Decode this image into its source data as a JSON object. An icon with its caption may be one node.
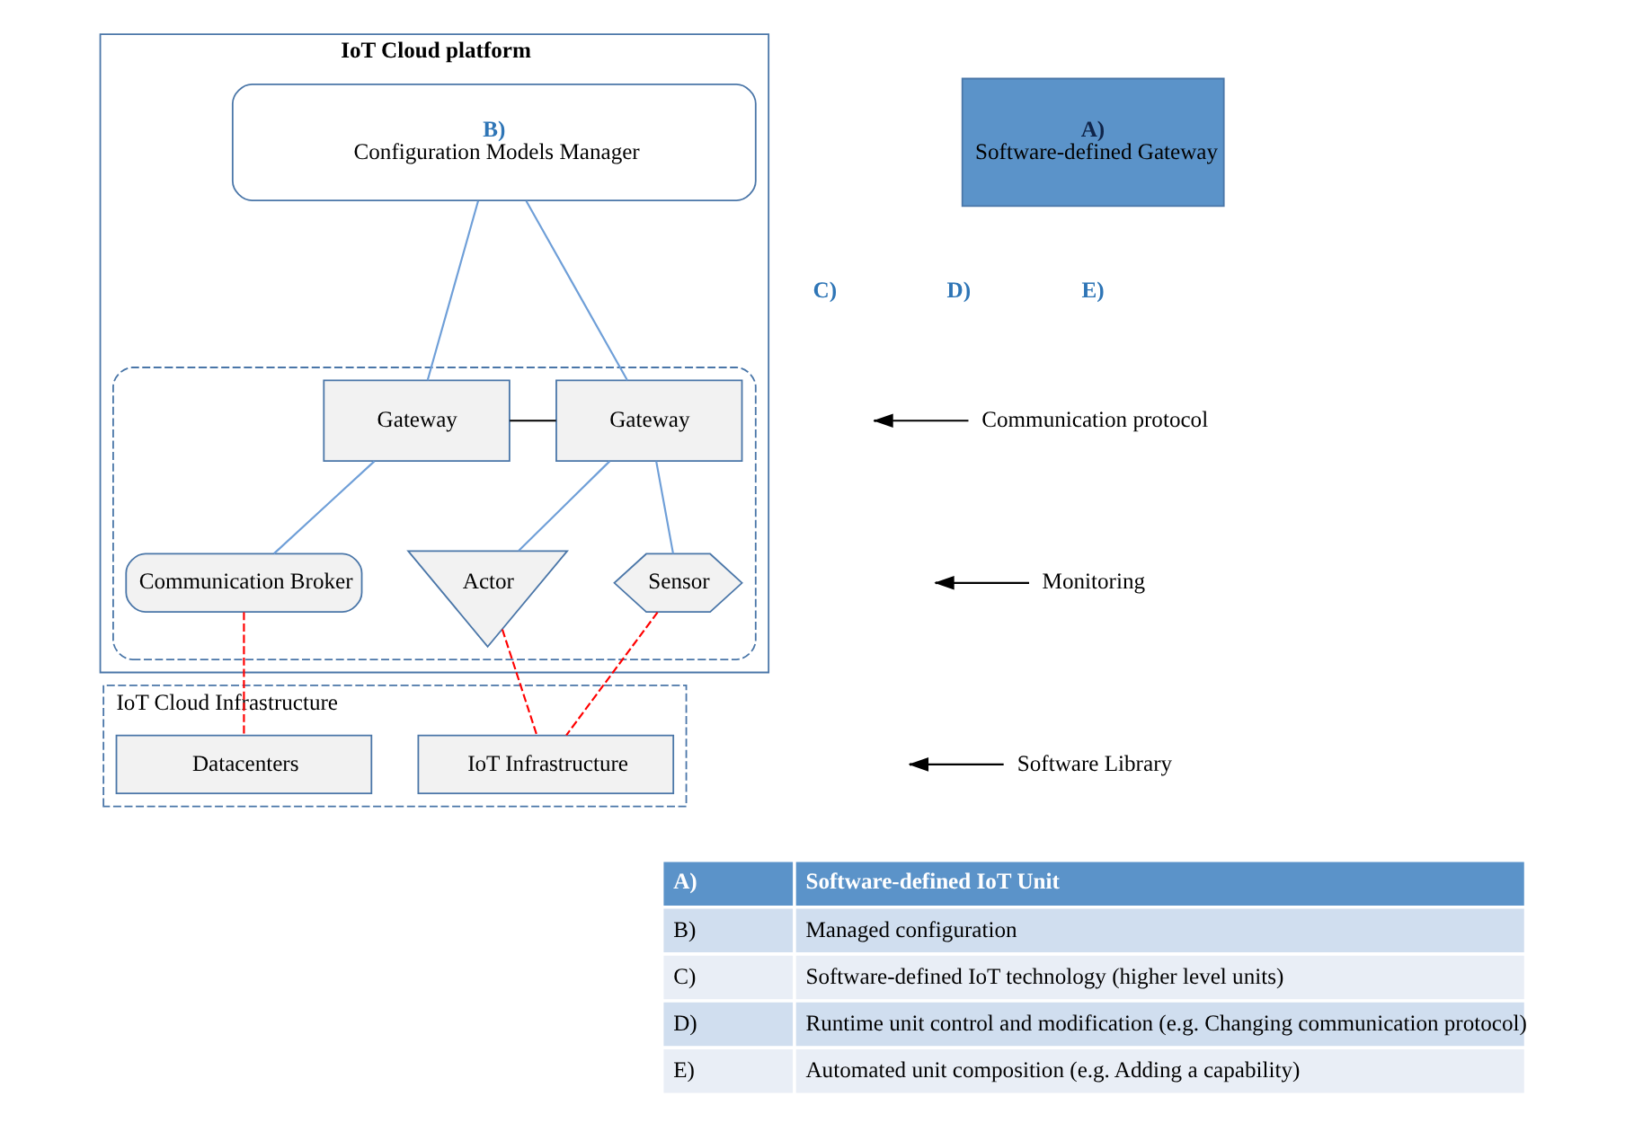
{
  "diagram": {
    "nodes": [
      {
        "text": [
          "IoT Cloud platform"
        ]
      },
      {
        "text": [
          "B)",
          "Configuration Models Manager"
        ],
        "in": 0
      },
      {
        "text": [],
        "shape": "ellipse",
        "in": 0
      },
      {
        "text": [
          "Gateway"
        ],
        "in": 2
      },
      {
        "text": [
          "Gateway"
        ],
        "in": 2
      },
      {
        "text": [
          "Communication Broker"
        ],
        "in": 2
      },
      {
        "text": [
          "Sensor"
        ],
        "in": 2
      },
      {
        "text": [
          "Actor"
        ],
        "in": 2
      },
      {
        "text": [
          "IoT Cloud Infrastructure"
        ]
      },
      {
        "text": [
          "Datacenters"
        ],
        "in": 8
      },
      {
        "text": [
          "IoT Infrastructure"
        ],
        "in": 8
      },
      {
        "text": [
          "A)",
          "Software-defined Gateway"
        ]
      },
      {
        "text": [
          "Communication protocol"
        ]
      },
      {
        "text": [
          "Monitoring"
        ]
      },
      {
        "text": [
          "Software Library"
        ]
      }
    ],
    "edges": [
      {
        "from": 1,
        "to": 3,
        "arrow": "none"
      },
      {
        "from": 1,
        "to": 4,
        "arrow": "none"
      },
      {
        "from": 3,
        "to": 4,
        "arrow": "none",
        "color": "#000000"
      },
      {
        "from": 3,
        "to": 5,
        "arrow": "none"
      },
      {
        "from": 4,
        "to": 7,
        "arrow": "none"
      },
      {
        "from": 4,
        "to": 6,
        "arrow": "none"
      },
      {
        "from": 5,
        "to": 9,
        "arrow": "none",
        "style": "dashed",
        "color": "#ff0000"
      },
      {
        "from": 7,
        "to": 10,
        "arrow": "none",
        "style": "dashed",
        "color": "#ff0000"
      },
      {
        "from": 6,
        "to": 10,
        "arrow": "none",
        "style": "dashed",
        "color": "#ff0000"
      },
      {
        "from": 12,
        "to": null,
        "arrow": "to",
        "color": "#000000"
      },
      {
        "from": 13,
        "to": null,
        "arrow": "to",
        "color": "#000000"
      },
      {
        "from": 14,
        "to": null,
        "arrow": "to",
        "color": "#000000"
      }
    ],
    "labels": [
      "C)",
      "D)",
      "E)",
      "A)",
      "Software-defined IoT Unit",
      "B)",
      "Managed configuration",
      "C)",
      "Software-defined IoT technology (higher level units)",
      "D)",
      "Runtime unit control and modification (e.g. Changing communication protocol)",
      "E)",
      "Automated unit composition (e.g. Adding a capability)"
    ]
  }
}
